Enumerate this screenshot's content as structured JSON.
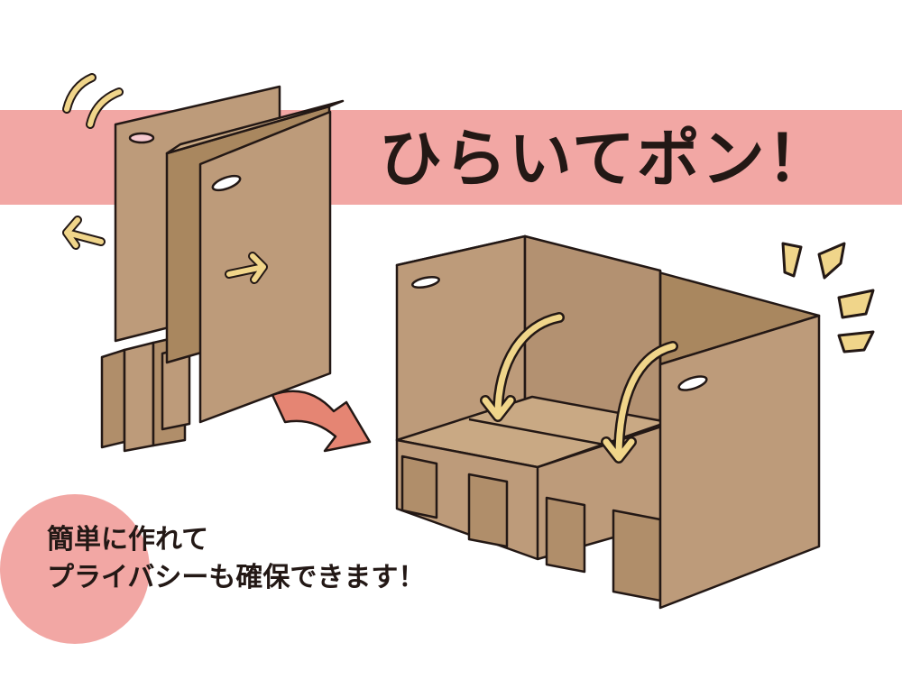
{
  "headline": "ひらいてポン！",
  "caption": {
    "line1": "簡単に作れて",
    "line2": "プライバシーも確保できます！"
  },
  "colors": {
    "banner": "#f2a7a4",
    "cardboard": "#bd9b7a",
    "cardboard_dark": "#a9875f",
    "outline": "#231815",
    "motion_arrow": "#f0d58a",
    "big_arrow": "#e58573"
  }
}
